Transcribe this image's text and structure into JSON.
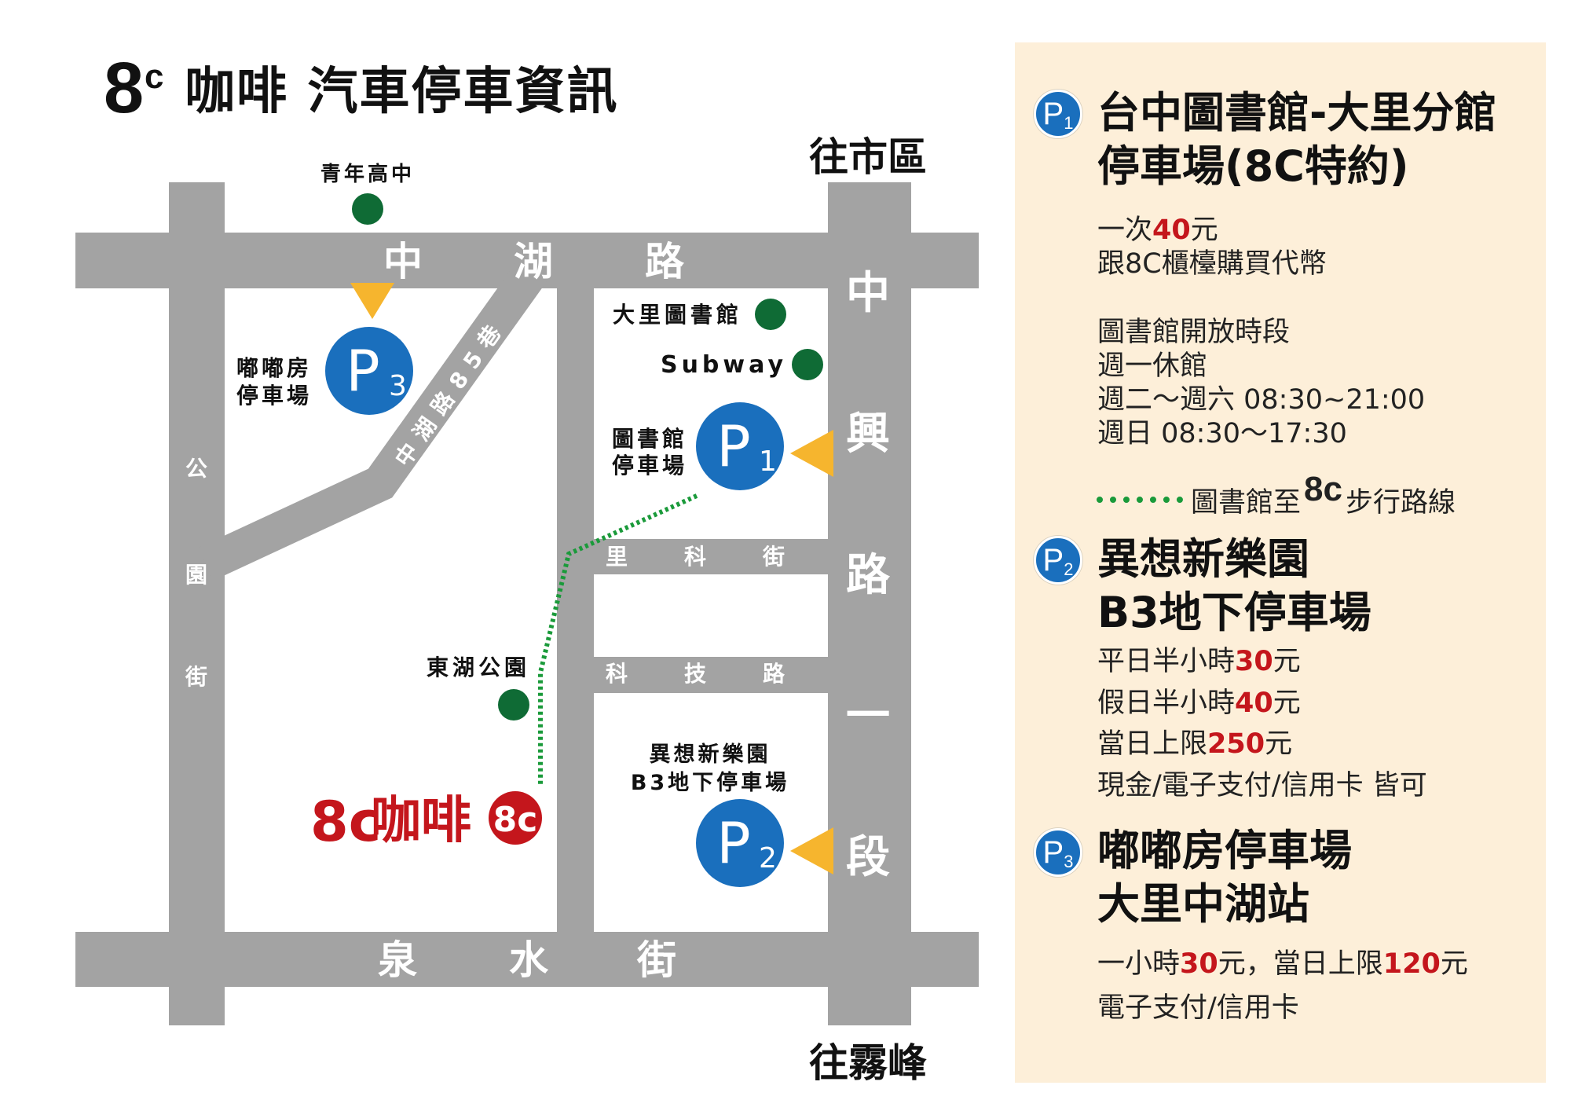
{
  "header": {
    "logo": "8c",
    "title": "咖啡 汽車停車資訊"
  },
  "colors": {
    "road": "#a3a3a3",
    "parking_blue": "#1a6fbd",
    "arrow_yellow": "#f6b52e",
    "landmark_green": "#0f6b35",
    "walk_green": "#1a9a3a",
    "brand_red": "#c4161c",
    "panel_bg": "#fdefd9"
  },
  "map": {
    "directions": {
      "north": "往市區",
      "south": "往霧峰"
    },
    "roads": {
      "zhonghu_road": [
        "中",
        "湖",
        "路"
      ],
      "zhongxing_road": [
        "中",
        "興",
        "路",
        "一",
        "段"
      ],
      "quanshui_street": [
        "泉",
        "水",
        "街"
      ],
      "gongyuan_street": [
        "公",
        "園",
        "街"
      ],
      "like_street": [
        "里",
        "科",
        "街"
      ],
      "keji_road": [
        "科",
        "技",
        "路"
      ],
      "zhonghu_lane": "中湖路85巷"
    },
    "landmarks": {
      "high_school": "青年高中",
      "library": "大里圖書館",
      "subway": "Subway",
      "park": "東湖公園"
    },
    "parking": {
      "p1": {
        "badge": "P",
        "num": "1",
        "label_1": "圖書館",
        "label_2": "停車場"
      },
      "p2": {
        "badge": "P",
        "num": "2",
        "label_1": "異想新樂園",
        "label_2": "B3地下停車場"
      },
      "p3": {
        "badge": "P",
        "num": "3",
        "label_1": "嘟嘟房",
        "label_2": "停車場"
      }
    },
    "cafe": {
      "logo": "8c",
      "name": "咖啡",
      "badge": "8c"
    }
  },
  "panel": {
    "p1": {
      "badge": "P",
      "num": "1",
      "title_1": "台中圖書館-大里分館",
      "title_2": "停車場(8C特約)",
      "price_pre": "一次",
      "price": "40",
      "price_post": "元",
      "token": "跟8C櫃檯購買代幣",
      "hours_title": "圖書館開放時段",
      "closed": "週一休館",
      "weekday": "週二～週六 08:30~21:00",
      "sunday": "週日 08:30～17:30"
    },
    "legend": {
      "pre": "圖書館至",
      "logo": "8c",
      "post": "步行路線"
    },
    "p2": {
      "badge": "P",
      "num": "2",
      "title_1": "異想新樂園",
      "title_2": "B3地下停車場",
      "weekday_pre": "平日半小時",
      "weekday_price": "30",
      "weekday_post": "元",
      "holiday_pre": "假日半小時",
      "holiday_price": "40",
      "holiday_post": "元",
      "cap_pre": "當日上限",
      "cap_price": "250",
      "cap_post": "元",
      "payment": "現金/電子支付/信用卡 皆可"
    },
    "p3": {
      "badge": "P",
      "num": "3",
      "title_1": "嘟嘟房停車場",
      "title_2": "大里中湖站",
      "rate_pre": "一小時",
      "rate_price": "30",
      "rate_mid": "元，當日上限",
      "cap_price": "120",
      "cap_post": "元",
      "payment": "電子支付/信用卡"
    }
  }
}
